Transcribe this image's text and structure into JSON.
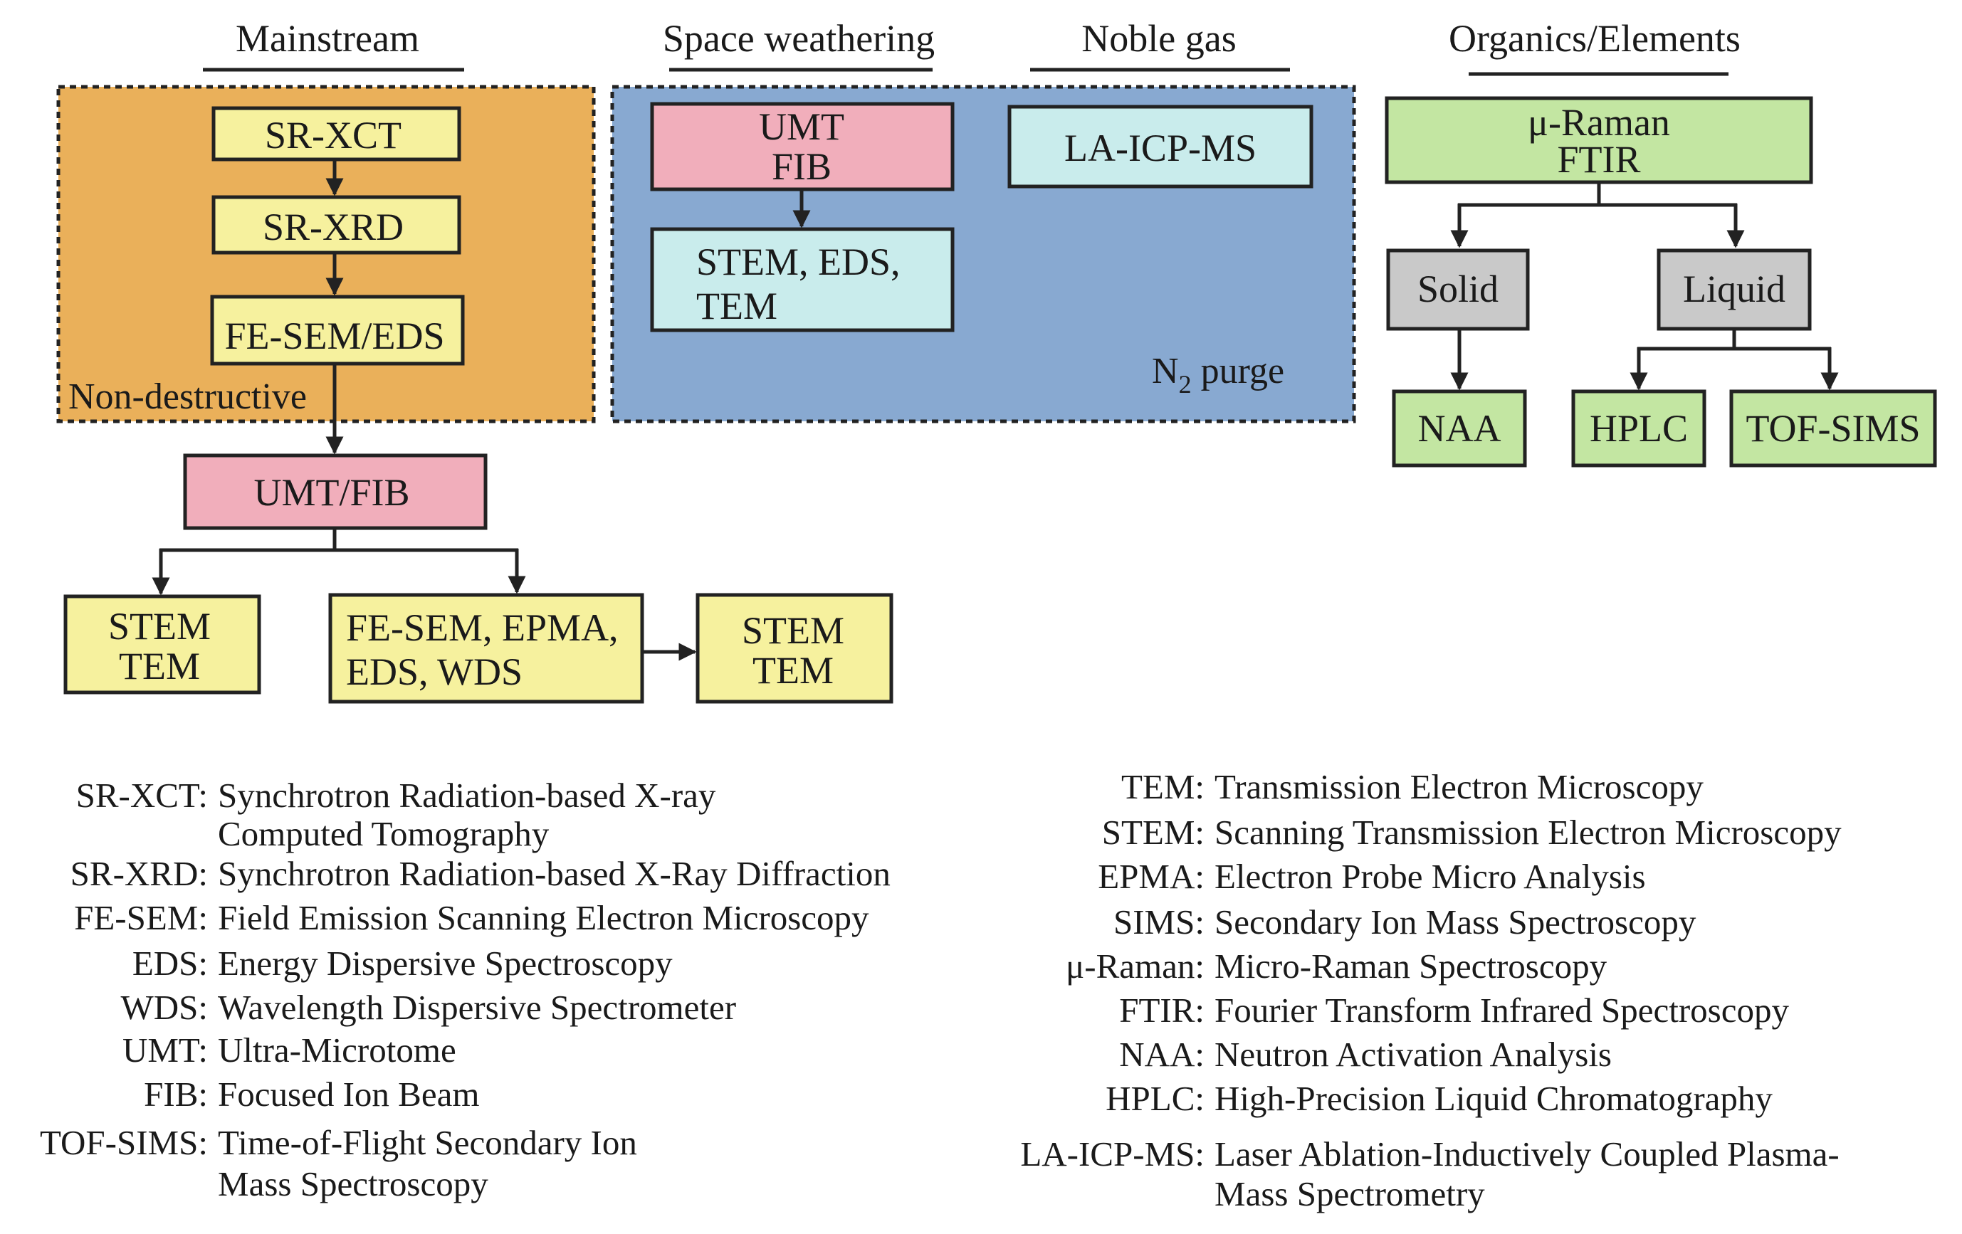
{
  "headers": {
    "mainstream": "Mainstream",
    "space_weathering": "Space weathering",
    "noble_gas": "Noble gas",
    "organics": "Organics/Elements"
  },
  "regions": {
    "non_destructive_label": "Non-destructive",
    "n2_purge_label": "N",
    "n2_purge_subscript": "2",
    "n2_purge_suffix": " purge"
  },
  "colors": {
    "orange_region": "#EAB05A",
    "blue_region": "#88A9D1",
    "yellow_box": "#F6F19E",
    "pink_box": "#F1AEBB",
    "cyan_box": "#C9ECEC",
    "green_box": "#C3E6A2",
    "gray_box": "#C9C9C9"
  },
  "boxes": {
    "sr_xct": "SR-XCT",
    "sr_xrd": "SR-XRD",
    "fe_sem_eds": "FE-SEM/EDS",
    "umt_fib_main": "UMT/FIB",
    "stem_tem_left": [
      "STEM",
      "TEM"
    ],
    "fe_sem_epma": [
      "FE-SEM, EPMA,",
      "EDS, WDS"
    ],
    "stem_tem_right": [
      "STEM",
      "TEM"
    ],
    "umt_fib_space": [
      "UMT",
      "FIB"
    ],
    "stem_eds_tem": [
      "STEM, EDS,",
      "TEM"
    ],
    "la_icp_ms": "LA-ICP-MS",
    "raman_ftir": [
      "μ-Raman",
      "FTIR"
    ],
    "solid": "Solid",
    "liquid": "Liquid",
    "naa": "NAA",
    "hplc": "HPLC",
    "tof_sims": "TOF-SIMS"
  },
  "glossary_left": [
    {
      "abbr": "SR-XCT:",
      "lines": [
        "Synchrotron Radiation-based X-ray",
        "Computed Tomography"
      ]
    },
    {
      "abbr": "SR-XRD:",
      "lines": [
        "Synchrotron Radiation-based X-Ray Diffraction"
      ]
    },
    {
      "abbr": "FE-SEM:",
      "lines": [
        "Field Emission Scanning Electron Microscopy"
      ]
    },
    {
      "abbr": "EDS:",
      "lines": [
        "Energy Dispersive Spectroscopy"
      ]
    },
    {
      "abbr": "WDS:",
      "lines": [
        "Wavelength Dispersive Spectrometer"
      ]
    },
    {
      "abbr": "UMT:",
      "lines": [
        "Ultra-Microtome"
      ]
    },
    {
      "abbr": "FIB:",
      "lines": [
        "Focused Ion Beam"
      ]
    },
    {
      "abbr": "TOF-SIMS:",
      "lines": [
        "Time-of-Flight Secondary Ion",
        "Mass Spectroscopy"
      ]
    }
  ],
  "glossary_right": [
    {
      "abbr": "TEM:",
      "lines": [
        "Transmission Electron Microscopy"
      ]
    },
    {
      "abbr": "STEM:",
      "lines": [
        "Scanning Transmission Electron Microscopy"
      ]
    },
    {
      "abbr": "EPMA:",
      "lines": [
        "Electron Probe Micro Analysis"
      ]
    },
    {
      "abbr": "SIMS:",
      "lines": [
        "Secondary Ion Mass Spectroscopy"
      ]
    },
    {
      "abbr": "μ-Raman:",
      "lines": [
        "Micro-Raman Spectroscopy"
      ]
    },
    {
      "abbr": "FTIR:",
      "lines": [
        "Fourier Transform Infrared Spectroscopy"
      ]
    },
    {
      "abbr": "NAA:",
      "lines": [
        "Neutron Activation Analysis"
      ]
    },
    {
      "abbr": "HPLC:",
      "lines": [
        "High-Precision Liquid Chromatography"
      ]
    },
    {
      "abbr": "LA-ICP-MS:",
      "lines": [
        "Laser Ablation-Inductively Coupled Plasma-",
        "Mass Spectrometry"
      ]
    }
  ]
}
